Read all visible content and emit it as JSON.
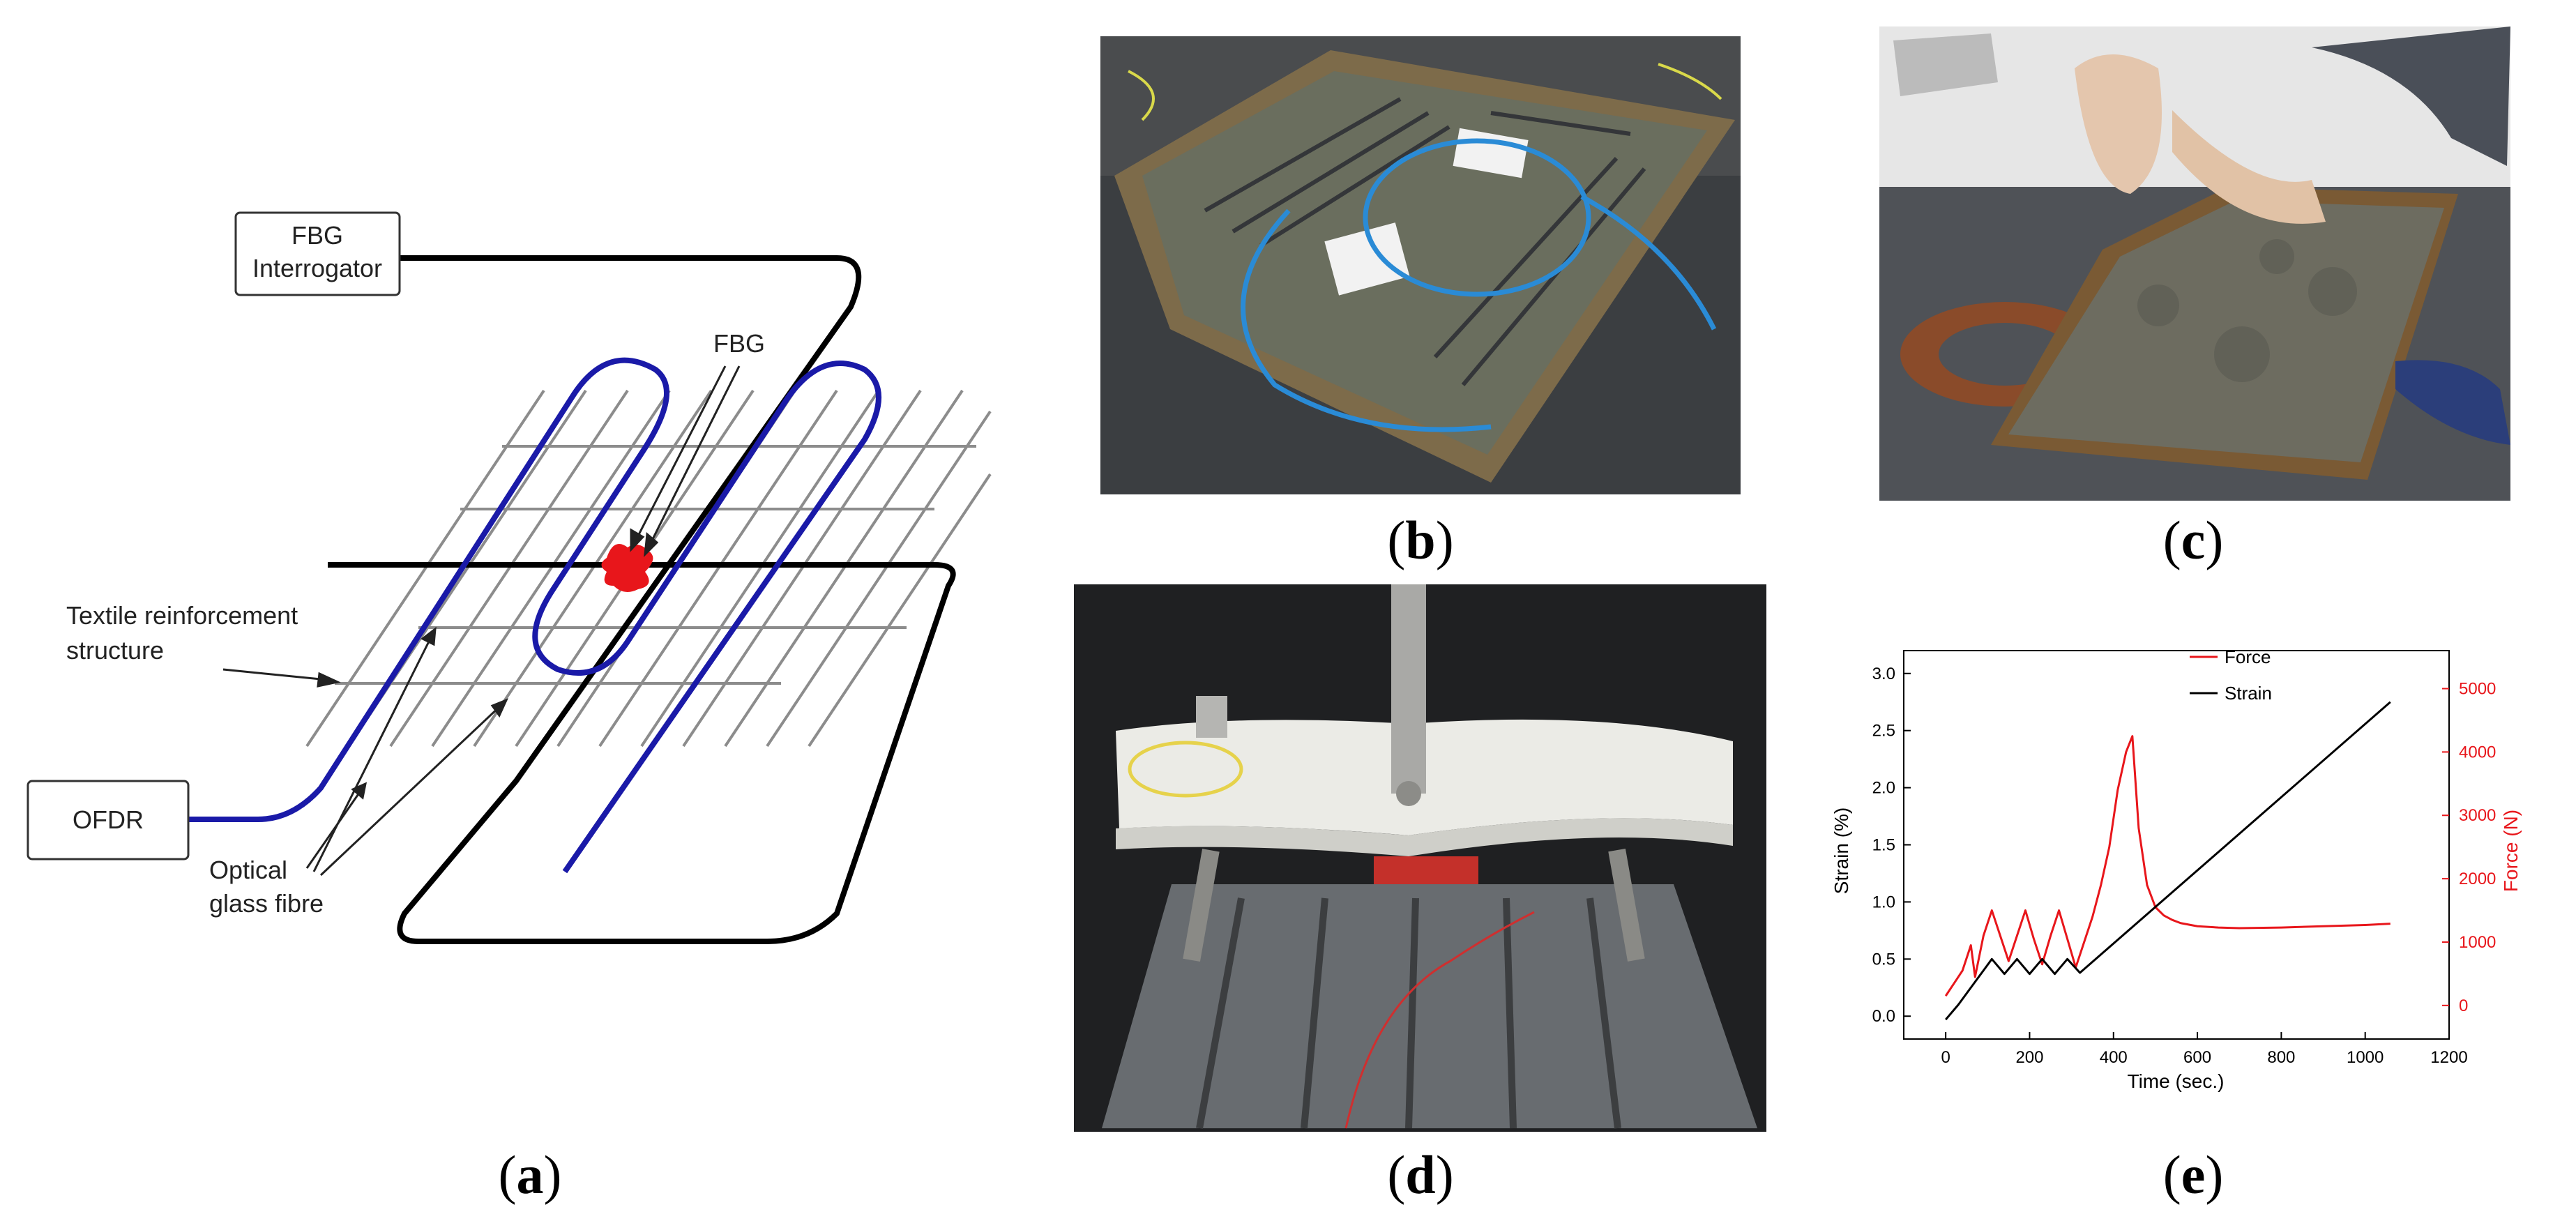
{
  "panels": {
    "a": {
      "caption": "a",
      "labels": {
        "fbg_interrogator_line1": "FBG",
        "fbg_interrogator_line2": "Interrogator",
        "fbg": "FBG",
        "textile_line1": "Textile reinforcement",
        "textile_line2": "structure",
        "ofdr": "OFDR",
        "optical_line1": "Optical",
        "optical_line2": "glass fibre"
      },
      "colors": {
        "fibre_ofdr": "#1a1aa8",
        "fibre_fbg": "#000000",
        "fbg_marker": "#e8161b",
        "grid": "#8c8c8c"
      }
    },
    "b": {
      "caption": "b"
    },
    "c": {
      "caption": "c"
    },
    "d": {
      "caption": "d"
    },
    "e": {
      "caption": "e"
    }
  },
  "chart_data": {
    "type": "line",
    "xlabel": "Time (sec.)",
    "ylabel_left": "Strain (%)",
    "ylabel_right": "Force (N)",
    "x_ticks": [
      "0",
      "200",
      "400",
      "600",
      "800",
      "1000",
      "1200"
    ],
    "y_left_ticks": [
      "0.0",
      "0.5",
      "1.0",
      "1.5",
      "2.0",
      "2.5",
      "3.0"
    ],
    "y_right_ticks": [
      "0",
      "1000",
      "2000",
      "3000",
      "4000",
      "5000"
    ],
    "xlim": [
      -100,
      1200
    ],
    "ylim_left": [
      -0.2,
      3.2
    ],
    "ylim_right": [
      -530,
      5600
    ],
    "legend_position": "top-center",
    "series": [
      {
        "name": "Force",
        "axis": "right",
        "color": "#e8161b",
        "x": [
          0,
          20,
          40,
          60,
          70,
          90,
          110,
          130,
          150,
          170,
          190,
          210,
          230,
          250,
          270,
          290,
          310,
          330,
          350,
          370,
          390,
          410,
          430,
          445,
          460,
          480,
          500,
          520,
          540,
          560,
          600,
          650,
          700,
          800,
          900,
          1000,
          1060
        ],
        "y": [
          150,
          350,
          550,
          950,
          450,
          1100,
          1500,
          1100,
          700,
          1100,
          1500,
          1050,
          650,
          1100,
          1500,
          1050,
          600,
          1000,
          1400,
          1900,
          2500,
          3400,
          4000,
          4250,
          2800,
          1900,
          1550,
          1420,
          1350,
          1300,
          1250,
          1230,
          1220,
          1230,
          1250,
          1270,
          1290
        ]
      },
      {
        "name": "Strain",
        "axis": "left",
        "color": "#000000",
        "x": [
          0,
          30,
          60,
          90,
          110,
          140,
          170,
          200,
          230,
          260,
          290,
          320,
          1060
        ],
        "y": [
          -0.03,
          0.1,
          0.25,
          0.4,
          0.5,
          0.37,
          0.5,
          0.37,
          0.5,
          0.37,
          0.5,
          0.38,
          2.75
        ]
      }
    ]
  }
}
